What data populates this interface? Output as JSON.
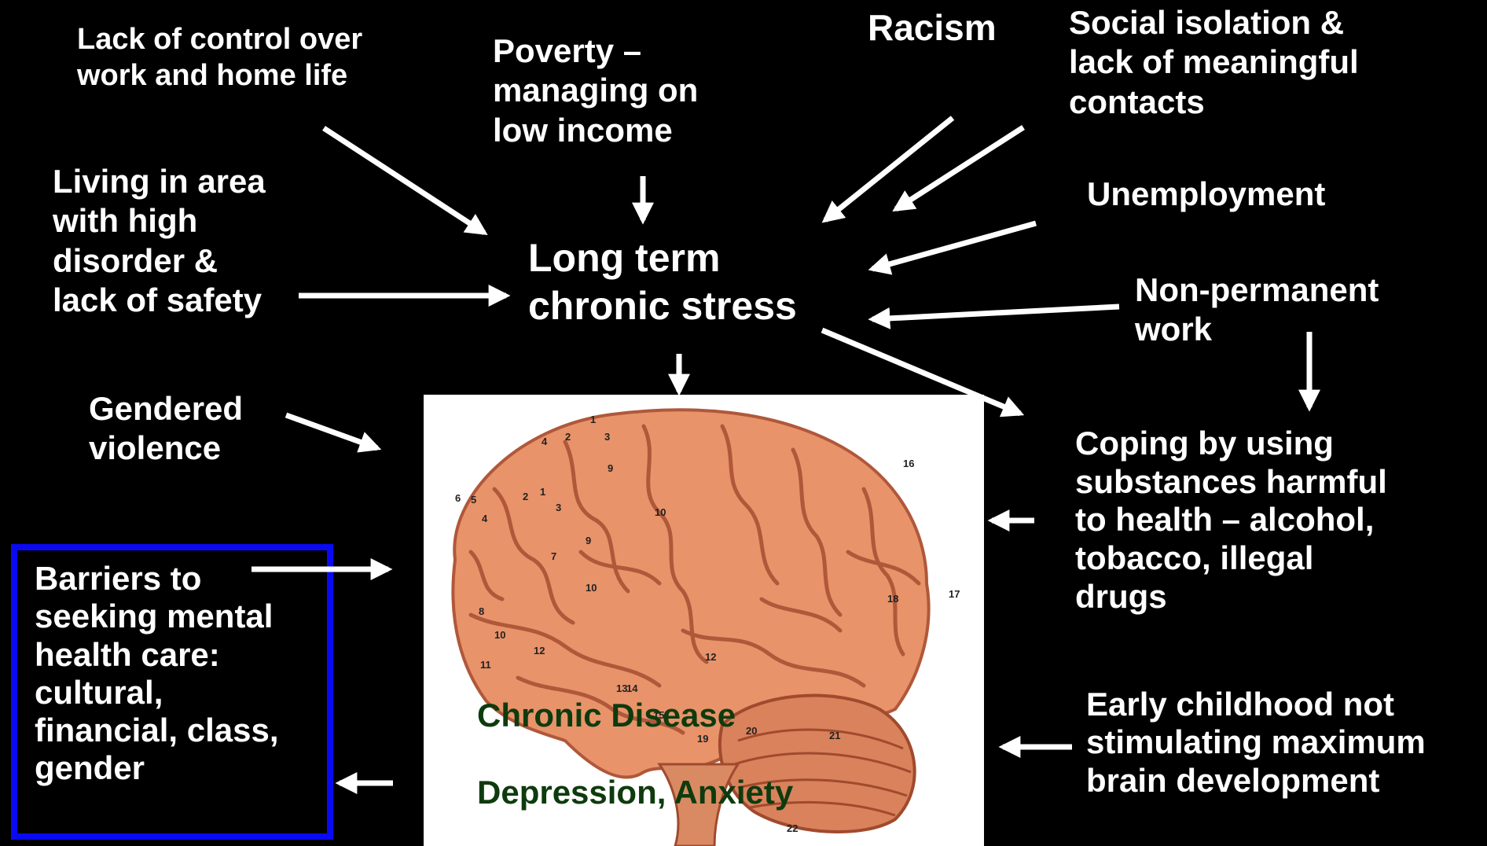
{
  "center": {
    "text": "Long term\nchronic stress"
  },
  "factors": {
    "lack_of_control": "Lack of control over\nwork and home life",
    "poverty": "Poverty –\nmanaging on\nlow income",
    "racism": "Racism",
    "social_isolation": "Social isolation &\nlack of meaningful\ncontacts",
    "unemployment": "Unemployment",
    "living_area": "Living in area\nwith high\ndisorder &\nlack of safety",
    "non_permanent": "Non-permanent\nwork",
    "gendered_violence": "Gendered\nviolence",
    "coping_substances": "Coping by using\nsubstances harmful\nto health – alcohol,\ntobacco, illegal\ndrugs",
    "barriers": "Barriers to\nseeking mental\nhealth care:\ncultural,\nfinancial, class,\ngender",
    "early_childhood": "Early childhood not\nstimulating maximum\nbrain development"
  },
  "outcomes": {
    "chronic_disease": "Chronic Disease",
    "depression_anxiety": "Depression, Anxiety"
  },
  "brain_region_numbers": [
    "1",
    "2",
    "3",
    "4",
    "1",
    "2",
    "3",
    "4",
    "5",
    "6",
    "7",
    "8",
    "9",
    "9",
    "10",
    "10",
    "10",
    "11",
    "12",
    "12",
    "13",
    "14",
    "15",
    "16",
    "17",
    "18",
    "19",
    "20",
    "21",
    "22"
  ],
  "colors": {
    "background": "#000000",
    "text": "#ffffff",
    "box_border": "#0a0af2",
    "outcome_text": "#0e3b0e",
    "brain": "#e8936a",
    "brain_sulci": "#b0583a",
    "cerebellum": "#d9825c"
  }
}
